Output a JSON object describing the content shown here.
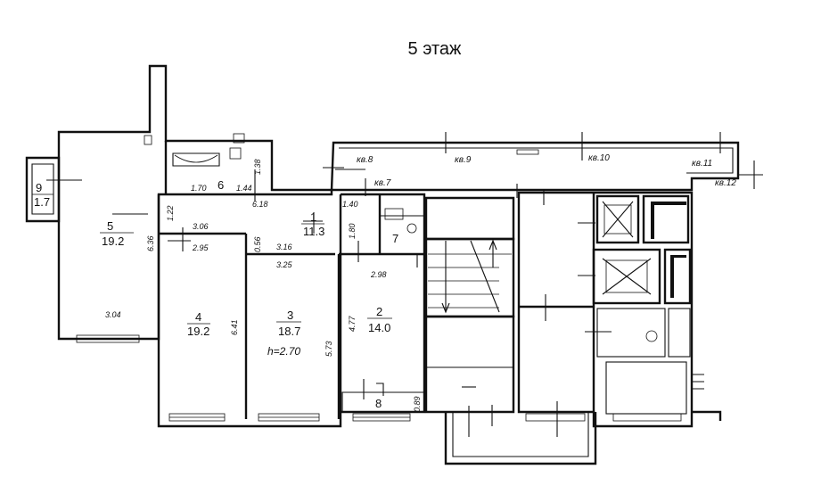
{
  "title": "5 этаж",
  "rooms": [
    {
      "num": "1",
      "area": "11.3"
    },
    {
      "num": "2",
      "area": "14.0"
    },
    {
      "num": "3",
      "area": "18.7"
    },
    {
      "num": "4",
      "area": "19.2"
    },
    {
      "num": "5",
      "area": "19.2"
    },
    {
      "num": "6"
    },
    {
      "num": "7"
    },
    {
      "num": "8"
    },
    {
      "num": "9",
      "area": "1.7"
    }
  ],
  "ceiling_height": "h=2.70",
  "dimensions": {
    "d1_70": "1.70",
    "d1_44": "1.44",
    "d1_38": "1.38",
    "d6_18": "6.18",
    "d1_40": "1.40",
    "d1_22": "1.22",
    "d3_06": "3.06",
    "d6_36": "6.36",
    "d0_56": "0.56",
    "d1_80": "1.80",
    "d2_95": "2.95",
    "d3_16": "3.16",
    "d3_25": "3.25",
    "d2_98": "2.98",
    "d6_41": "6.41",
    "d4_77": "4.77",
    "d5_73": "5.73",
    "d3_04": "3.04",
    "d0_89": "0.89"
  },
  "apartments": [
    "кв.7",
    "кв.8",
    "кв.9",
    "кв.10",
    "кв.11",
    "кв.12"
  ]
}
